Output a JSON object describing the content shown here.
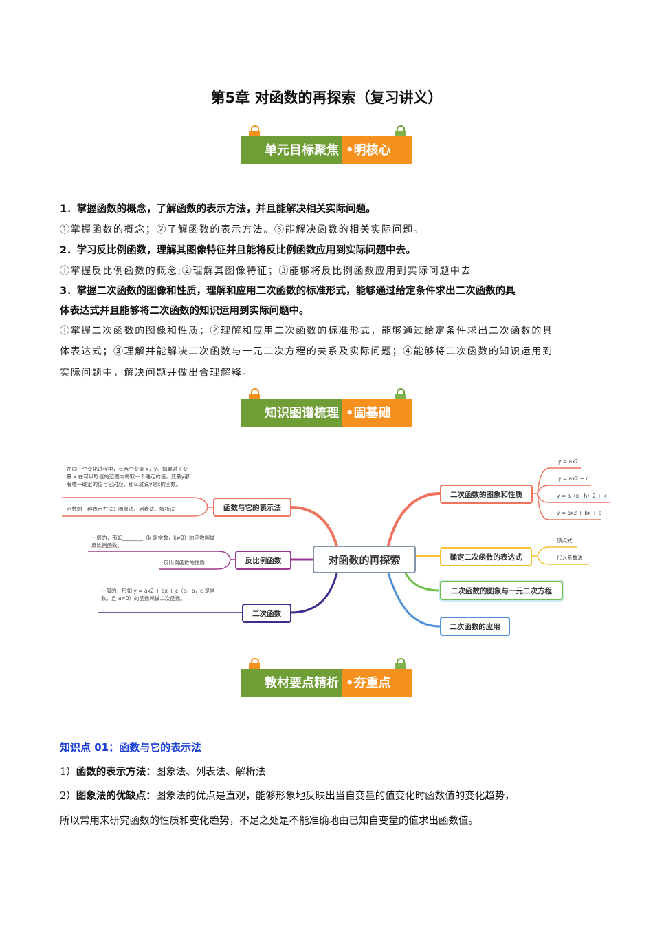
{
  "title": "第5章 对函数的再探索（复习讲义）",
  "banners": [
    {
      "main": "单元目标聚焦",
      "tag": "•明核心"
    },
    {
      "main": "知识图谱梳理",
      "tag": "•固基础"
    },
    {
      "main": "教材要点精析",
      "tag": "•夯重点"
    }
  ],
  "goals": [
    {
      "heading": "1．掌握函数的概念，了解函数的表示方法，并且能解决相关实际问题。",
      "details": [
        "①掌握函数的概念；②了解函数的表示方法。③能解决函数的相关实际问题。"
      ]
    },
    {
      "heading": "2．学习反比例函数，理解其图像特征并且能将反比例函数应用到实际问题中去。",
      "details": [
        "①掌握反比例函数的概念;②理解其图像特征；③能够将反比例函数应用到实际问题中去"
      ]
    },
    {
      "heading": [
        "3．掌握二次函数的图像和性质，理解和应用二次函数的标准形式，能够通过给定条件求出二次函数的具",
        "体表达式并且能够将二次函数的知识运用到实际问题中。"
      ],
      "details": [
        "①掌握二次函数的图像和性质；②理解和应用二次函数的标准形式，能够通过给定条件求出二次函数的具",
        "体表达式；③理解并能解决二次函数与一元二次方程的关系及实际问题；④能够将二次函数的知识运用到",
        "实际问题中，解决问题并做出合理解释。"
      ]
    }
  ],
  "mindmap": {
    "center": "对函数的再探索",
    "left": [
      {
        "label": "函数与它的表示法",
        "notes": [
          "在同一个变化过程中，有两个变量 x，y。如果对于变量 x 在可以取值的范围内每取一个确定的值，变量y都有唯一确定的值与它对应，那么就说y是x的函数。",
          "函数的三种表示方法：图象法、列表法、解析法"
        ]
      },
      {
        "label": "反比例函数",
        "notes": [
          "一般的，形如________（k 是常数，k≠0）的函数叫做反比例函数。",
          "反比例函数的性质"
        ]
      },
      {
        "label": "二次函数",
        "notes": [
          "一般的，形如 y = ax2 + bx + c（a，b，c 是常数，且 a≠0）的函数叫做二次函数。"
        ]
      }
    ],
    "right": [
      {
        "label": "二次函数的图象和性质",
        "children": [
          "y = ax2",
          "y = ax2 + c",
          "y = a（x - h）2 + k",
          "y = ax2 + bx + c"
        ]
      },
      {
        "label": "确定二次函数的表达式",
        "children": [
          "顶点式",
          "代入系数法"
        ]
      },
      {
        "label": "二次函数的图象与一元二次方程"
      },
      {
        "label": "二次函数的应用"
      }
    ],
    "colors": {
      "red": "#f0735f",
      "purple": "#9b3a91",
      "indigo": "#3b2d8f",
      "yellow": "#f5c02c",
      "green": "#6ec04a",
      "blue": "#4f8fd6",
      "center": "#8494a8"
    }
  },
  "knowledge": {
    "heading": "知识点 01：函数与它的表示法",
    "items": [
      {
        "label": "1）",
        "bold": "函数的表示方法：",
        "text": "图象法、列表法、解析法"
      },
      {
        "label": "2）",
        "bold": "图象法的优缺点：",
        "text": "图象法的优点是直观，能够形象地反映出当自变量的值变化时函数值的变化趋势，",
        "text2": "所以常用来研究函数的性质和变化趋势，不足之处是不能准确地由已知自变量的值求出函数值。"
      }
    ]
  }
}
